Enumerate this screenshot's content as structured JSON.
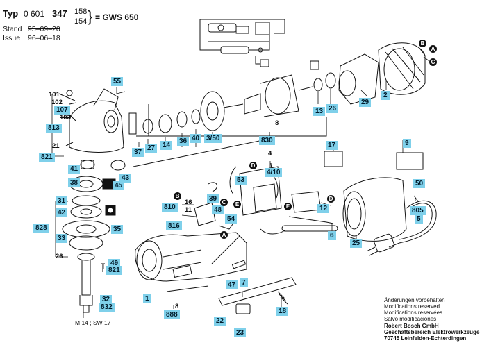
{
  "header": {
    "typ_label": "Typ",
    "typ_prefix": "0 601",
    "typ_bold": "347",
    "variant_a": "158",
    "variant_b": "154",
    "model": "= GWS 650",
    "stand_label": "Stand",
    "stand_value": "95–09–20",
    "issue_label": "Issue",
    "issue_value": "96–06–18"
  },
  "part_tags": [
    "55",
    "107",
    "813",
    "821",
    "41",
    "38",
    "31",
    "42",
    "828",
    "35",
    "33",
    "49",
    "821",
    "32",
    "832",
    "37",
    "27",
    "14",
    "36",
    "40",
    "3/50",
    "830",
    "13",
    "26",
    "29",
    "2",
    "17",
    "9",
    "50",
    "805",
    "5",
    "53",
    "4/10",
    "39",
    "810",
    "816",
    "48",
    "54",
    "7",
    "47",
    "1",
    "888",
    "22",
    "23",
    "18",
    "12",
    "6",
    "25",
    "43",
    "45"
  ],
  "plain_labels": [
    "101",
    "102",
    "103",
    "21",
    "26",
    "4",
    "16",
    "11",
    "8",
    "8"
  ],
  "circle_markers": [
    "B",
    "A",
    "C",
    "D",
    "C",
    "E",
    "E",
    "D",
    "B",
    "A"
  ],
  "footer": {
    "thread_spec": "M 14 ; SW 17",
    "notes": [
      "Änderungen vorbehalten",
      "Modifications reserved",
      "Modifications reservées",
      "Salvo modificaciones"
    ],
    "company": [
      "Robert Bosch GmbH",
      "Geschäftsbereich Elektrowerkzeuge",
      "70745 Leinfelden-Echterdingen"
    ]
  }
}
